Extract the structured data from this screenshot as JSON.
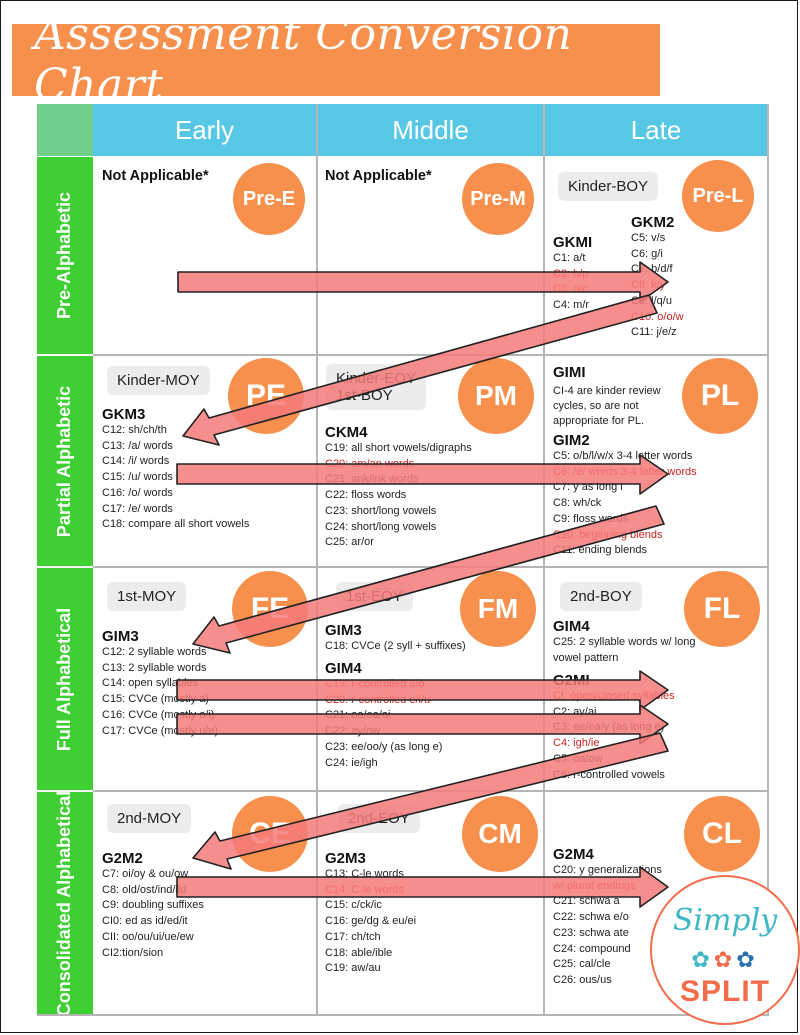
{
  "title": "Assessment Conversion Chart",
  "columns": [
    "Early",
    "Middle",
    "Late"
  ],
  "rows": [
    "Pre-Alphabetic",
    "Partial Alphabetic",
    "Full Alphabetical",
    "Consolidated Alphabetical"
  ],
  "cells": {
    "pre_early": {
      "text": "Not Applicable*",
      "badge": "Pre-E"
    },
    "pre_middle": {
      "text": "Not Applicable*",
      "badge": "Pre-M"
    },
    "pre_late": {
      "pill": "Kinder-BOY",
      "badge": "Pre-L",
      "g1": {
        "heading": "GKMI",
        "lines": [
          "C1: a/t",
          "C2: h/p",
          "C3: n/c",
          "C4: m/r"
        ]
      },
      "g2": {
        "heading": "GKM2",
        "lines": [
          "C5: v/s",
          "C6: g/i",
          "C7: b/d/f",
          "C8: k/y",
          "C9: l/q/u",
          "C10: o/o/w",
          "C11: j/e/z"
        ]
      }
    },
    "partial_early": {
      "pill": "Kinder-MOY",
      "badge": "PE",
      "g1": {
        "heading": "GKM3",
        "lines": [
          "C12: sh/ch/th",
          "C13: /a/ words",
          "C14: /i/ words",
          "C15: /u/ words",
          "C16: /o/ words",
          "C17: /e/ words",
          "C18: compare all short vowels"
        ]
      }
    },
    "partial_middle": {
      "pill": "Kinder-EOY\n1st-BOY",
      "badge": "PM",
      "g1": {
        "heading": "CKM4",
        "lines": [
          "C19: all short vowels/digraphs",
          "C20: am/an words",
          "C21: ank/ink words",
          "C22: floss words",
          "C23: short/long vowels",
          "C24: short/long vowels",
          "C25: ar/or"
        ]
      }
    },
    "partial_late": {
      "badge": "PL",
      "g1": {
        "heading": "GIMI",
        "lines": []
      },
      "note": "CI-4 are kinder review cycles, so are not appropriate for PL.",
      "g2": {
        "heading": "GIM2",
        "lines": [
          "C5: o/b/l/w/x 3-4 letter words",
          "C6: /e/ words 3-4 letter words",
          "C7: y as long i",
          "C8: wh/ck",
          "C9: floss words",
          "C10: beginning blends",
          "C11: ending blends"
        ]
      }
    },
    "full_early": {
      "pill": "1st-MOY",
      "badge": "FE",
      "g1": {
        "heading": "GIM3",
        "lines": [
          "C12: 2 syllable words",
          "C13: 2 syllable words",
          "C14: open syllables",
          "C15: CVCe (mostly a)",
          "C16: CVCe (mostly o/i)",
          "C17: CVCe (mostly u/e)"
        ]
      }
    },
    "full_middle": {
      "pill": "1st-EOY",
      "badge": "FM",
      "g1": {
        "heading": "GIM3",
        "lines": [
          "C18: CVCe (2 syll + suffixes)"
        ]
      },
      "g2": {
        "heading": "GIM4",
        "lines": [
          "C19: r-controlled a/o",
          "C20: r-controlled e/i/u",
          "C21: oa/ea/ai",
          "C22: ay/ow",
          "C23: ee/oo/y (as long e)",
          "C24: ie/igh"
        ]
      }
    },
    "full_late": {
      "pill": "2nd-BOY",
      "badge": "FL",
      "g1": {
        "heading": "GIM4",
        "lines": [
          "C25: 2 syllable words w/ long",
          "vowel pattern"
        ]
      },
      "g2": {
        "heading": "G2MI",
        "lines": [
          "CI: open/closed syllables",
          "C2: ay/ai",
          "C3: ee/ea/y (as long e)",
          "C4: igh/ie",
          "C5: oa/ow",
          "C6: r-controlled vowels"
        ]
      }
    },
    "cons_early": {
      "pill": "2nd-MOY",
      "badge": "CE",
      "g1": {
        "heading": "G2M2",
        "lines": [
          "C7: oi/oy & ou/ow",
          "C8: old/ost/ind/ild",
          "C9: doubling suffixes",
          "CI0: ed as id/ed/it",
          "CII: oo/ou/ui/ue/ew",
          "CI2:tion/sion"
        ]
      }
    },
    "cons_middle": {
      "pill": "2nd-EOY",
      "badge": "CM",
      "g1": {
        "heading": "G2M3",
        "lines": [
          "C13: C-le words",
          "C14: C-le words",
          "C15: c/ck/ic",
          "C16: ge/dg & eu/ei",
          "C17: ch/tch",
          "C18: able/ible",
          "C19: aw/au"
        ]
      }
    },
    "cons_late": {
      "badge": "CL",
      "g1": {
        "heading": "G2M4",
        "lines": [
          "C20: y generalizations",
          "w/ plural endings",
          "C21: schwa a",
          "C22: schwa e/o",
          "C23: schwa ate",
          "C24: compound",
          "C25: cal/cle",
          "C26: ous/us"
        ]
      }
    }
  },
  "logo": {
    "line1": "Simply",
    "line2": "SPLIT"
  },
  "colors": {
    "orange": "#f7904c",
    "header_blue": "#56c8e6",
    "row_green": "#3ecf32",
    "arrow_fill": "#f67a7a",
    "red_text": "#cc2222"
  }
}
